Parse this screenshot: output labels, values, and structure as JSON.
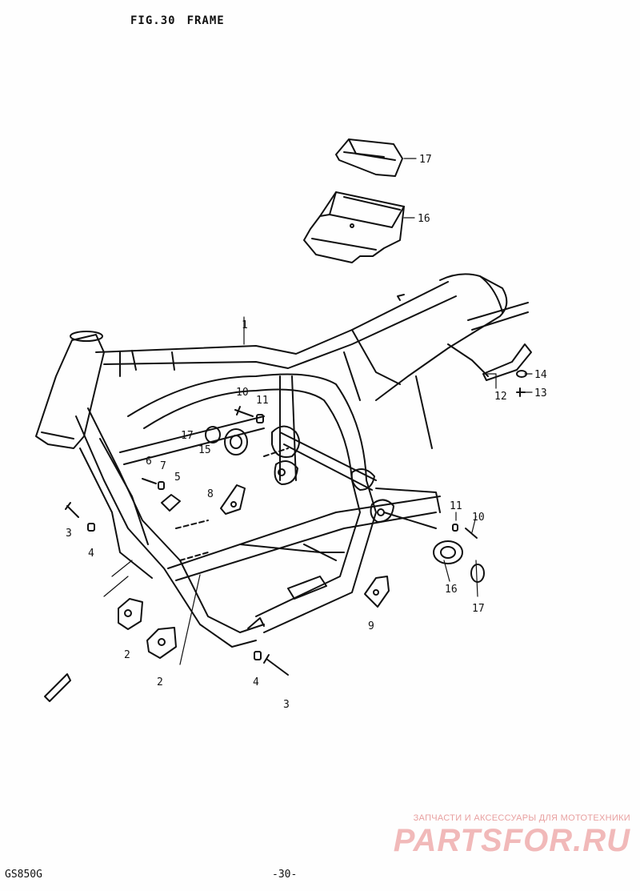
{
  "header": {
    "fig_label": "FIG.30",
    "fig_name": "FRAME"
  },
  "callouts": {
    "c1": "1",
    "c2a": "2",
    "c2b": "2",
    "c3a": "3",
    "c3b": "3",
    "c4a": "4",
    "c4b": "4",
    "c5": "5",
    "c6": "6",
    "c7": "7",
    "c8": "8",
    "c9": "9",
    "c10a": "10",
    "c10b": "10",
    "c11a": "11",
    "c11b": "11",
    "c12": "12",
    "c13": "13",
    "c14": "14",
    "c15": "15",
    "c16a": "16",
    "c16b": "16",
    "c17a": "17",
    "c17b": "17",
    "c17c": "17"
  },
  "footer": {
    "model": "GS850G",
    "page": "-30-"
  },
  "watermark": {
    "tagline": "ЗАПЧАСТИ И АКСЕССУАРЫ ДЛЯ МОТОТЕХНИКИ",
    "logo": "PARTSFOR.RU"
  }
}
